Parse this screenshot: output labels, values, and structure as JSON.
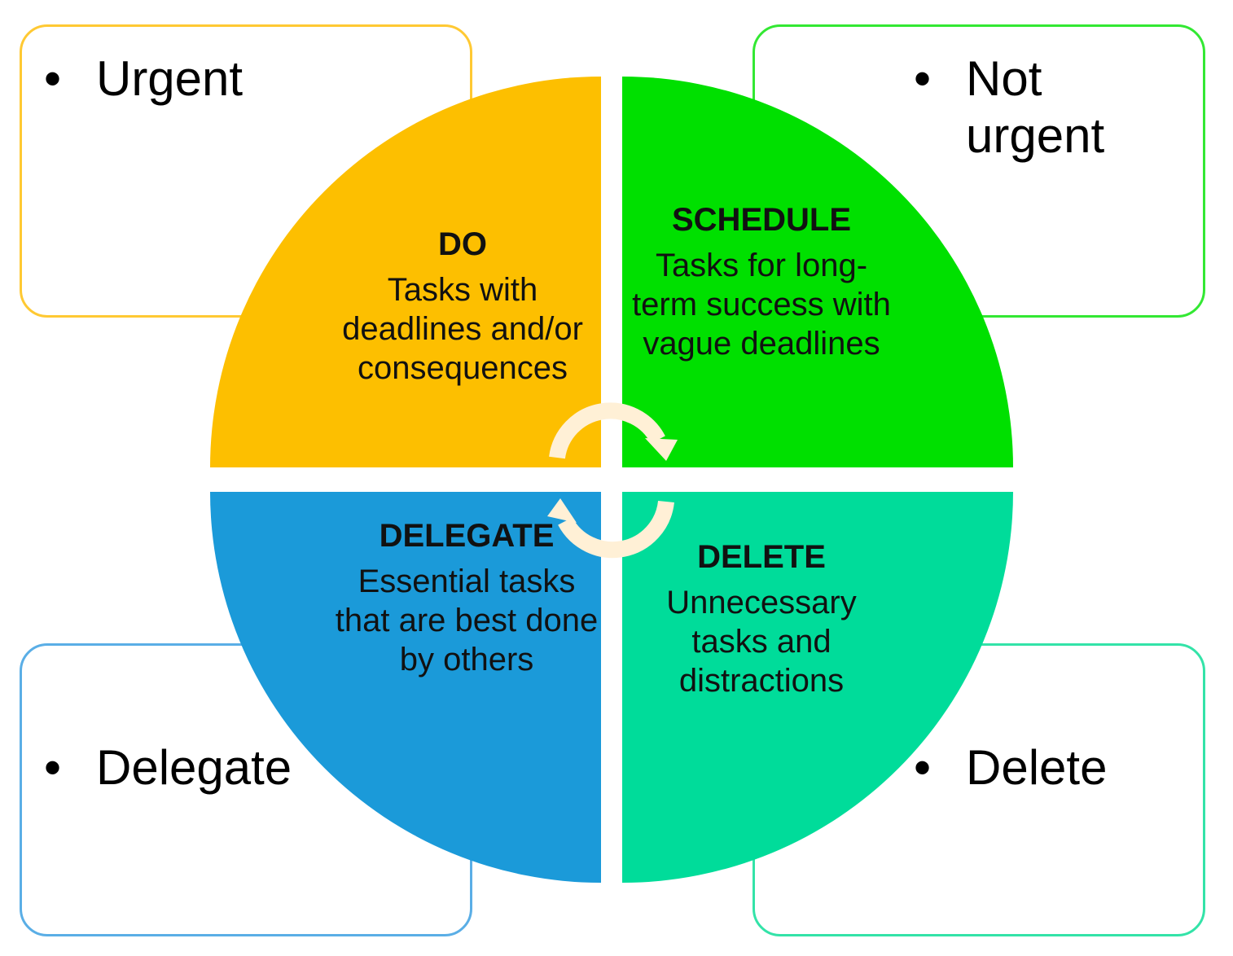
{
  "colors": {
    "do": "#FDBF00",
    "schedule": "#00E000",
    "delegate": "#1B9AD9",
    "delete": "#00DC9A",
    "urgent_border": "#FFC933",
    "not_urgent_border": "#33E833",
    "delegate_border": "#5AAEE6",
    "delete_border": "#33E3A8",
    "arrow": "#FFF0D6"
  },
  "labels": {
    "bullet": "•",
    "urgent": "Urgent",
    "not_urgent": "Not urgent",
    "delegate": "Delegate",
    "delete": "Delete"
  },
  "quadrants": {
    "do": {
      "title": "DO",
      "body": "Tasks with deadlines and/or consequences"
    },
    "schedule": {
      "title": "SCHEDULE",
      "body": "Tasks for long-term success with vague deadlines"
    },
    "delegate": {
      "title": "DELEGATE",
      "body": "Essential tasks that are best done by others"
    },
    "delete": {
      "title": "DELETE",
      "body": "Unnecessary tasks and distractions"
    }
  }
}
